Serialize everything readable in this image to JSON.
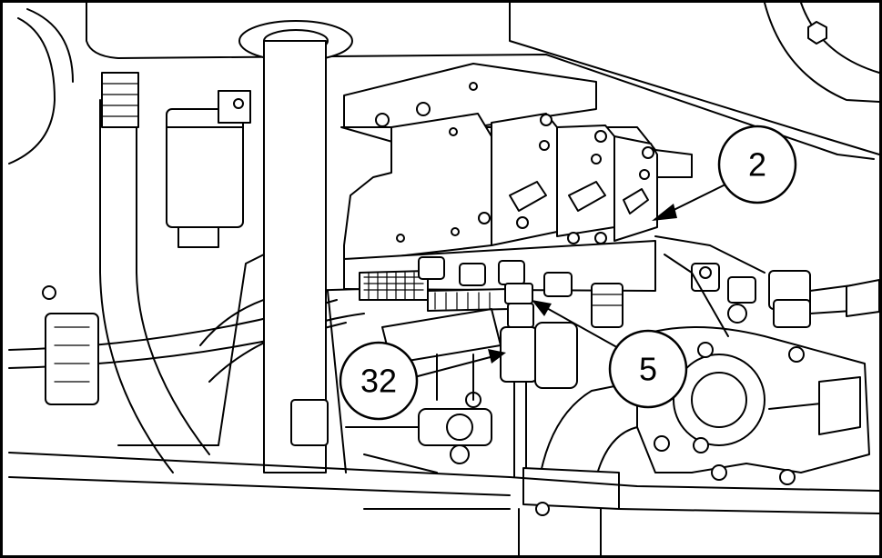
{
  "callouts": [
    {
      "label": "2"
    },
    {
      "label": "5"
    },
    {
      "label": "32"
    }
  ],
  "colors": {
    "line": "#000000",
    "background": "#ffffff"
  }
}
